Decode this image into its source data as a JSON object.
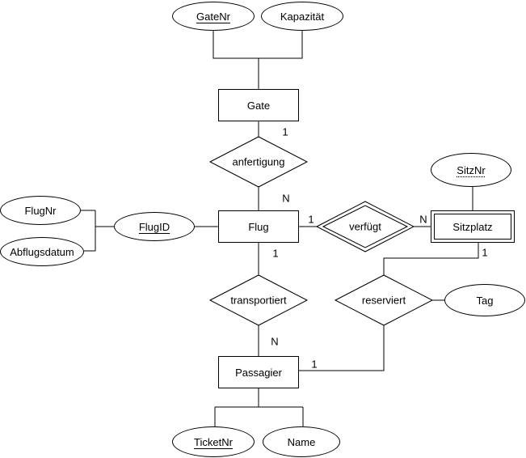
{
  "entities": {
    "gate": {
      "label": "Gate",
      "type": "strong"
    },
    "flug": {
      "label": "Flug",
      "type": "strong"
    },
    "sitzplatz": {
      "label": "Sitzplatz",
      "type": "weak"
    },
    "passagier": {
      "label": "Passagier",
      "type": "strong"
    }
  },
  "relationships": {
    "anfertigung": {
      "label": "anfertigung",
      "type": "regular",
      "between": [
        "Gate",
        "Flug"
      ]
    },
    "verfuegt": {
      "label": "verfügt",
      "type": "identifying",
      "between": [
        "Flug",
        "Sitzplatz"
      ]
    },
    "transportiert": {
      "label": "transportiert",
      "type": "regular",
      "between": [
        "Flug",
        "Passagier"
      ]
    },
    "reserviert": {
      "label": "reserviert",
      "type": "regular",
      "between": [
        "Sitzplatz",
        "Passagier"
      ]
    }
  },
  "attributes": {
    "gatenr": {
      "label": "GateNr",
      "key": "primary",
      "of": "Gate"
    },
    "kapazitaet": {
      "label": "Kapazität",
      "key": "none",
      "of": "Gate"
    },
    "flugnr": {
      "label": "FlugNr",
      "key": "none",
      "of": "Flug"
    },
    "abflugsdatum": {
      "label": "Abflugsdatum",
      "key": "none",
      "of": "Flug"
    },
    "flugid": {
      "label": "FlugID",
      "key": "primary",
      "of": "Flug"
    },
    "sitznr": {
      "label": "SitzNr",
      "key": "partial",
      "of": "Sitzplatz"
    },
    "tag": {
      "label": "Tag",
      "key": "none",
      "of": "reserviert"
    },
    "ticketnr": {
      "label": "TicketNr",
      "key": "primary",
      "of": "Passagier"
    },
    "name": {
      "label": "Name",
      "key": "none",
      "of": "Passagier"
    }
  },
  "cardinalities": {
    "gate_anfertigung": "1",
    "anfertigung_flug": "N",
    "flug_verfuegt": "1",
    "verfuegt_sitzplatz": "N",
    "flug_transportiert": "1",
    "transportiert_passagier": "N",
    "sitzplatz_reserviert": "1",
    "passagier_reserviert": "1"
  },
  "colors": {
    "stroke": "#000000",
    "text": "#000000",
    "background": "#ffffff"
  }
}
